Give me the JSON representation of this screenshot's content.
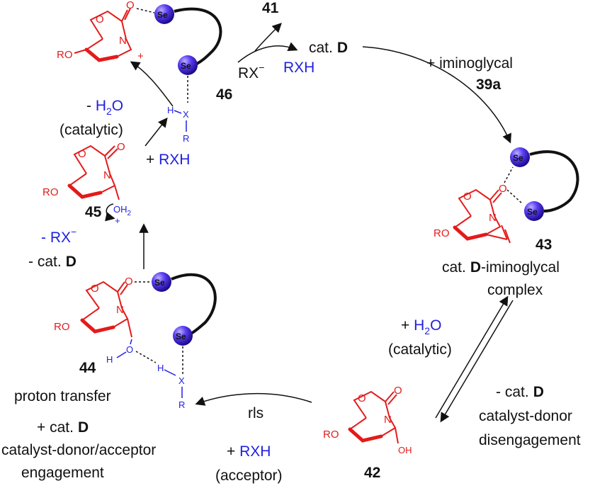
{
  "compounds": {
    "c41": "41",
    "c46": "46",
    "c45": "45",
    "c44": "44",
    "c43": "43",
    "c42": "42",
    "c39a": "39a"
  },
  "atoms": {
    "se": "Se",
    "o": "O",
    "n": "N",
    "ro": "RO",
    "h": "H",
    "x": "X",
    "r": "R",
    "oh": "OH",
    "plus": "+",
    "minus": "−"
  },
  "labels": {
    "cat_prefix": "cat.",
    "cat_d_bold": "D",
    "plus_iminoglycal": "+ iminoglycal",
    "rx_minus": "RX",
    "rxh": "RXH",
    "minus_h2o_prefix": "- ",
    "h2o_H": "H",
    "h2o_sub": "2",
    "h2o_O": "O",
    "catalytic": "(catalytic)",
    "plus_rxh_prefix": "+ ",
    "minus_rx_prefix": "- ",
    "minus_cat_prefix": "- cat.",
    "complex_line1_prefix": "cat.",
    "complex_line1_suffix": "-iminoglycal",
    "complex_line2": "complex",
    "plus_h2o_prefix": "+ ",
    "disengage_line2": "catalyst-donor",
    "disengage_line3": "disengagement",
    "proton_transfer": "proton transfer",
    "plus_cat_prefix": "+ cat.",
    "engage_line2": "catalyst-donor/acceptor",
    "engage_line3": "engagement",
    "rls": "rls",
    "acceptor": "(acceptor)",
    "oh2_label": "OH",
    "oh2_sub": "2"
  },
  "colors": {
    "red": "#e31b1b",
    "blue": "#1f1fe0",
    "se_sphere": "#4a2cf0",
    "text": "#111111"
  }
}
